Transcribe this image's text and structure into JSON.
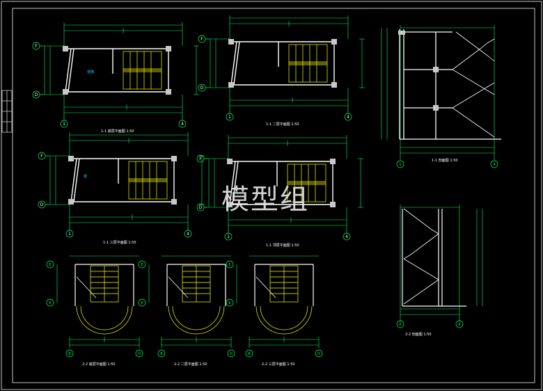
{
  "watermark": "模型组",
  "colors": {
    "background": "#000000",
    "frame": "#c8c8c8",
    "wall": "#ffffff",
    "dim": "#00ff66",
    "axis": "#00ff66",
    "stair": "#ffff00",
    "label": "#ffffff",
    "column": "#c8c8c8",
    "hatch": "#00c8ff"
  },
  "plans": [
    {
      "id": "p1",
      "title": "1-1 底层平面图",
      "scale": "1:50",
      "grid_left": [
        "F",
        "D"
      ],
      "grid_bottom": [
        "1",
        "4"
      ],
      "room": "楼梯"
    },
    {
      "id": "p2",
      "title": "1-1 二层平面图",
      "scale": "1:50",
      "grid_left": [
        "F",
        "D"
      ],
      "grid_bottom": [
        "1",
        "4"
      ],
      "room": ""
    },
    {
      "id": "p3",
      "title": "1-1 三层平面图",
      "scale": "1:50",
      "grid_left": [
        "F",
        "D"
      ],
      "grid_bottom": [
        "1",
        "4"
      ],
      "room": "楼"
    },
    {
      "id": "p4",
      "title": "1-1 顶层平面图",
      "scale": "1:50",
      "grid_left": [
        "F",
        "D"
      ],
      "grid_bottom": [
        "1",
        "4"
      ],
      "room": ""
    }
  ],
  "round_plans": [
    {
      "id": "r1",
      "title": "2-2 底层平面图",
      "scale": "1:50",
      "grid_left": [
        "E",
        "K"
      ],
      "grid_bottom": [
        "B",
        "H"
      ]
    },
    {
      "id": "r2",
      "title": "2-2 二层平面图",
      "scale": "1:50",
      "grid_left": [
        "E",
        "K"
      ],
      "grid_bottom": [
        "B",
        "H"
      ]
    },
    {
      "id": "r3",
      "title": "2-2 三层平面图",
      "scale": "1:50",
      "grid_left": [
        "E",
        "K"
      ],
      "grid_bottom": [
        "B",
        "H"
      ]
    }
  ],
  "sections": [
    {
      "id": "s1",
      "title": "1-1 剖面图",
      "scale": "1:50",
      "grid_bottom": [
        "1",
        "4"
      ]
    },
    {
      "id": "s2",
      "title": "2-2 剖面图",
      "scale": "1:50",
      "grid_bottom": [
        "E",
        "K"
      ]
    }
  ]
}
